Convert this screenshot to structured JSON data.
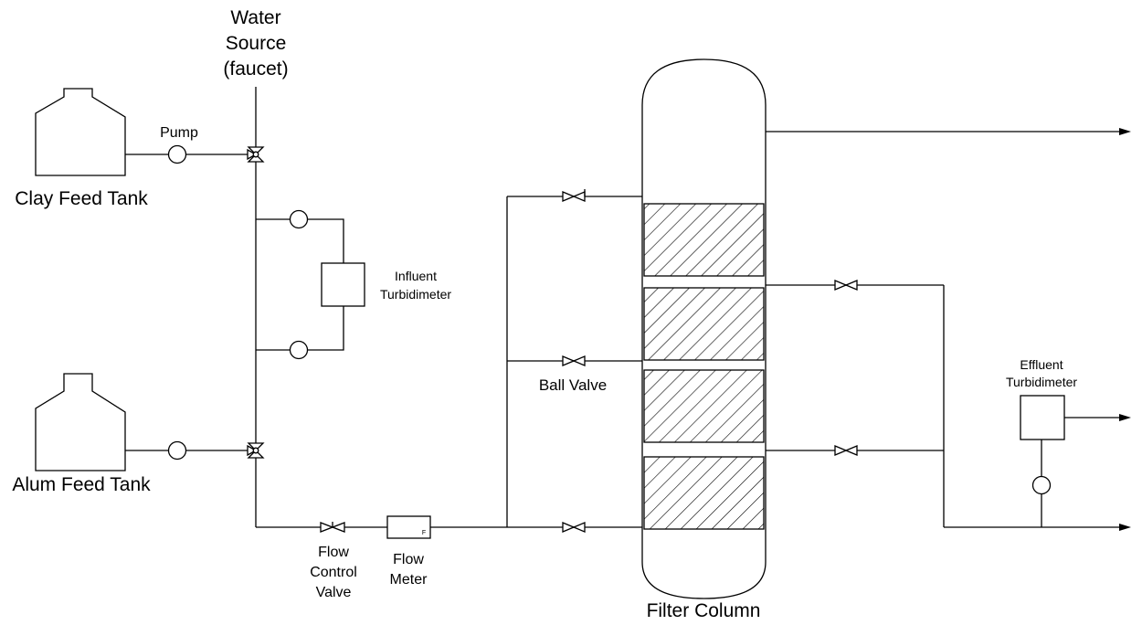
{
  "labels": {
    "water_source": [
      "Water",
      "Source",
      "(faucet)"
    ],
    "clay_tank": "Clay Feed Tank",
    "alum_tank": "Alum Feed Tank",
    "pump": "Pump",
    "influent_turbidimeter": [
      "Influent",
      "Turbidimeter"
    ],
    "flow_control_valve": [
      "Flow",
      "Control",
      "Valve"
    ],
    "flow_meter": [
      "Flow",
      "Meter"
    ],
    "flow_meter_tag": "F",
    "ball_valve": "Ball Valve",
    "effluent_turbidimeter": [
      "Effluent",
      "Turbidimeter"
    ],
    "filter_column": "Filter Column"
  },
  "colors": {
    "line": "#000000",
    "background": "#ffffff"
  }
}
